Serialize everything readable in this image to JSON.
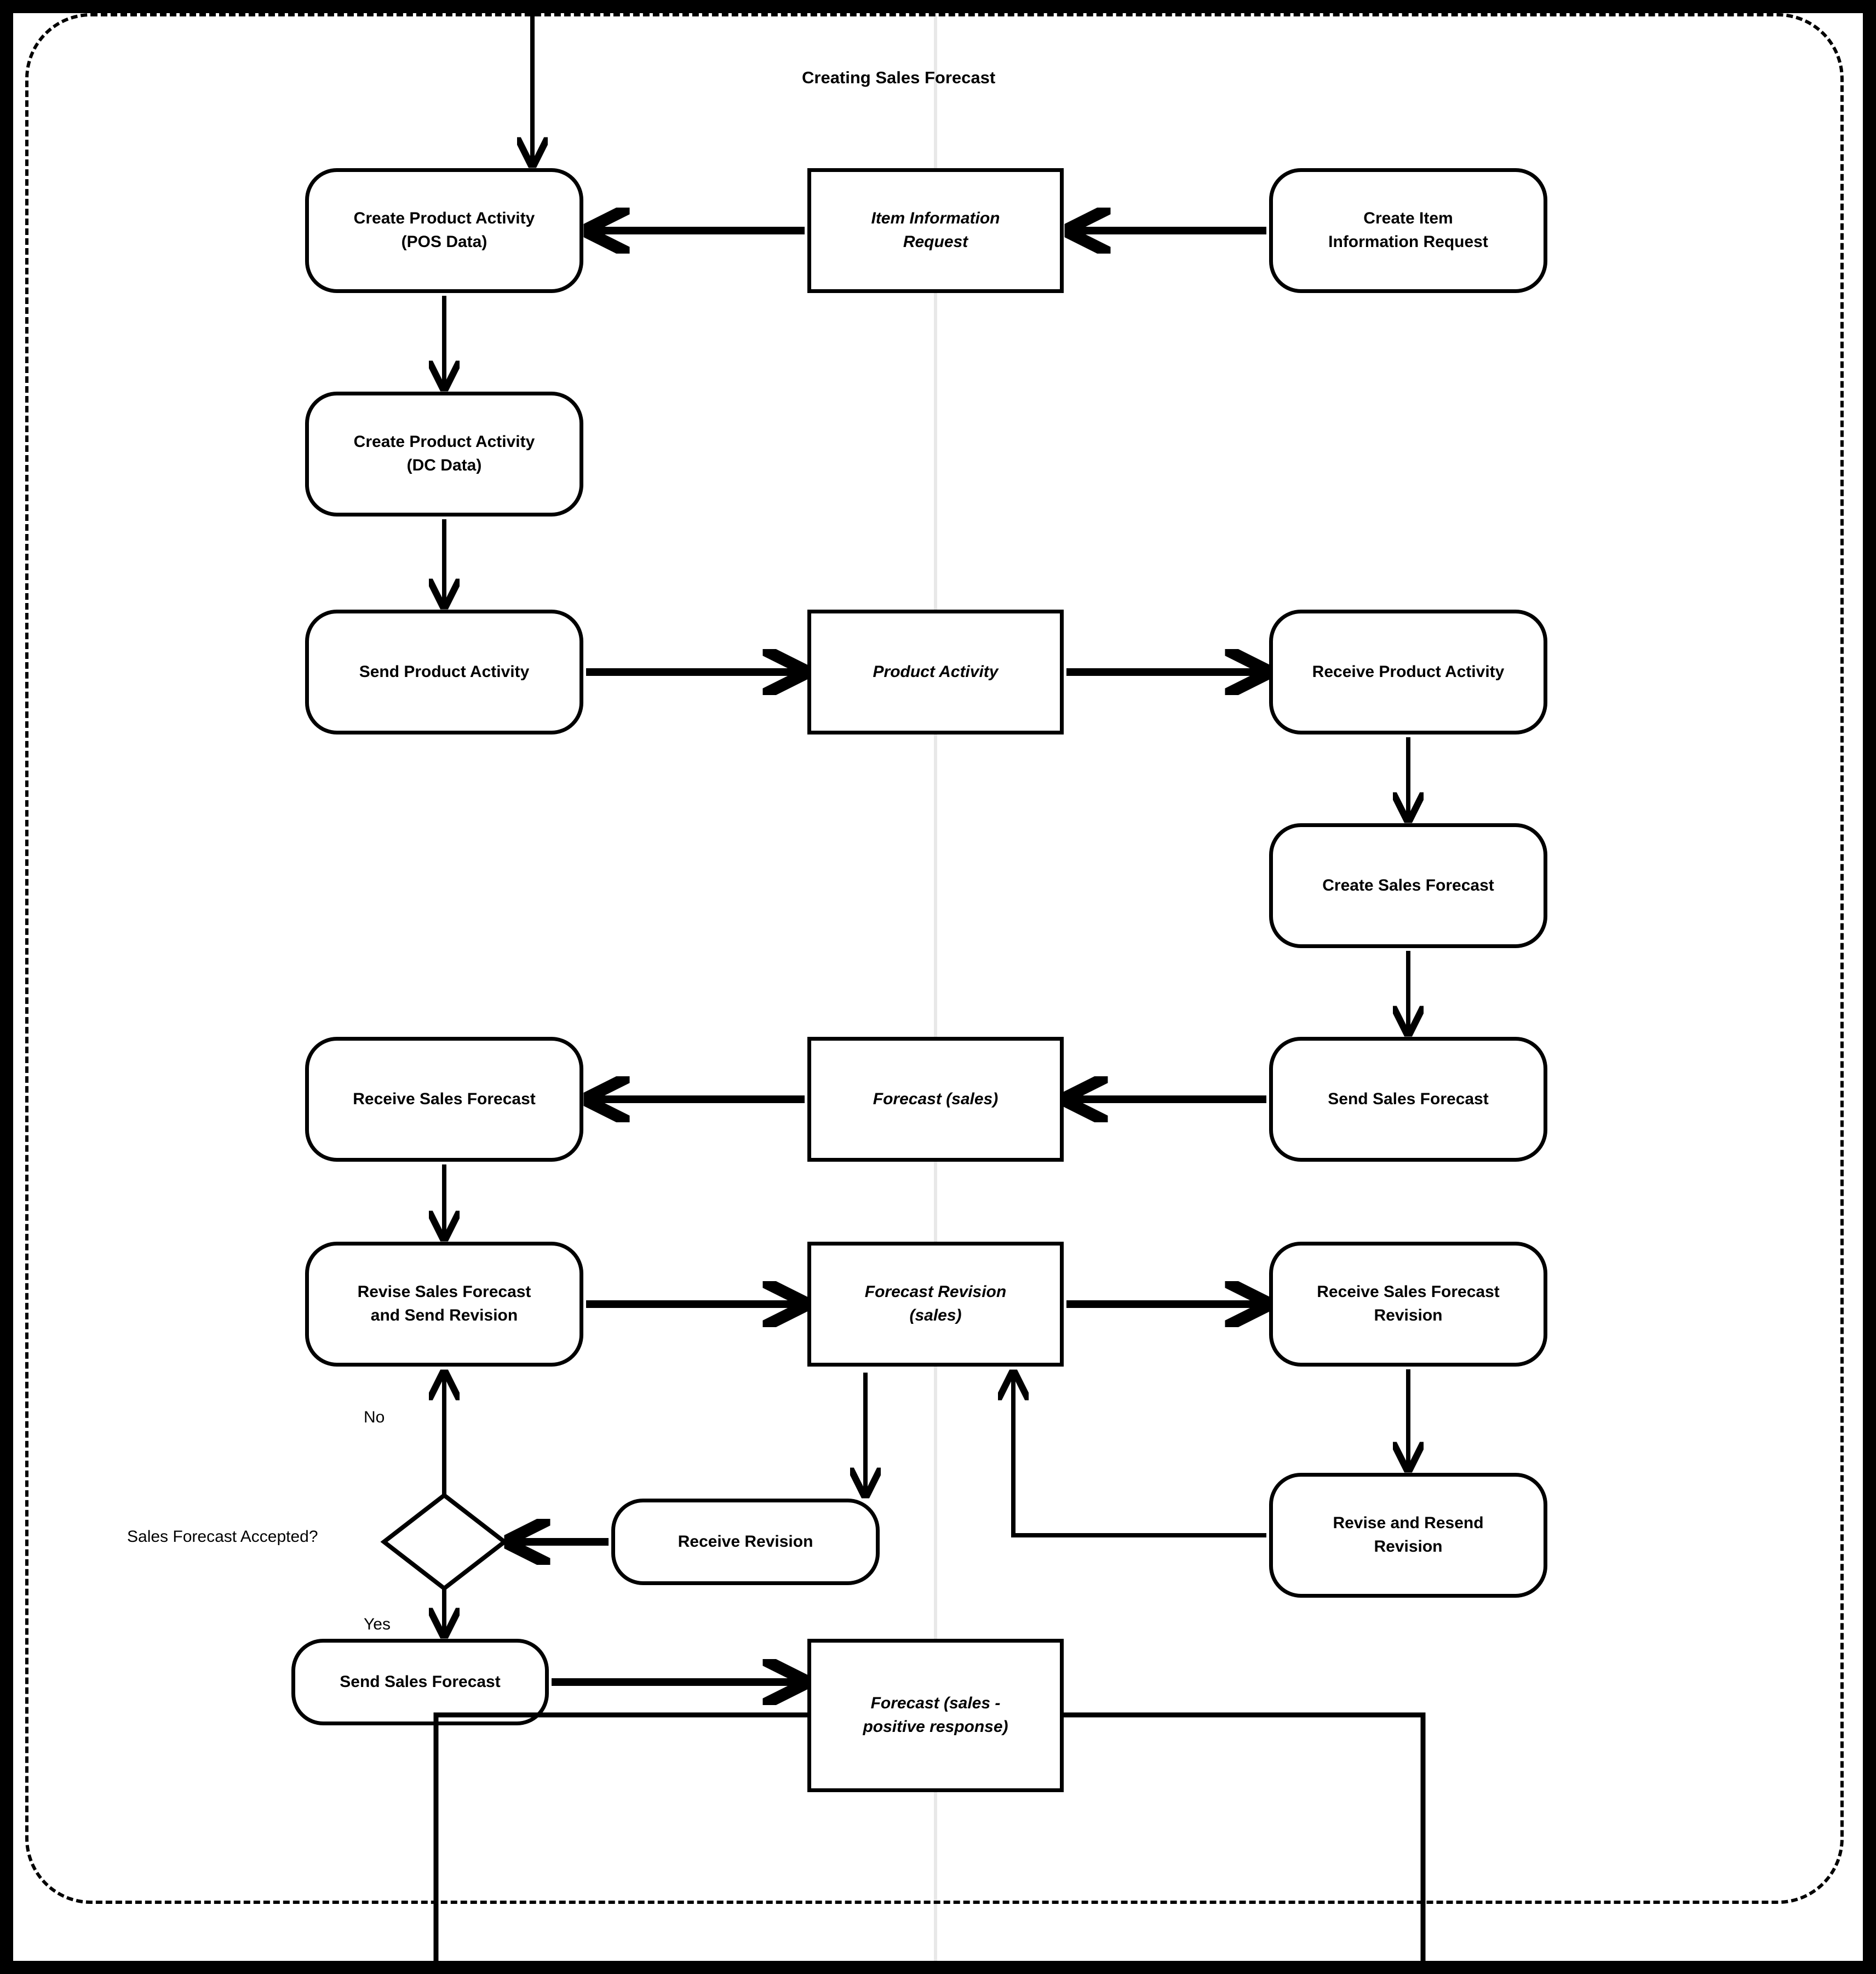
{
  "diagram": {
    "title": "Creating Sales Forecast",
    "type": "bpmn-collaboration-flowchart",
    "pool_label": "Creating Sales Forecast",
    "stroke_color": "#000000",
    "fill_color": "#ffffff",
    "frame_color": "#000000"
  },
  "nodes": {
    "create_product_activity_pos": "Create Product Activity\n(POS Data)",
    "create_product_activity_pos_line1": "Create Product Activity",
    "create_product_activity_pos_line2": "(POS Data)",
    "item_information_request_line1": "Item Information",
    "item_information_request_line2": "Request",
    "create_item_information_request_line1": "Create Item",
    "create_item_information_request_line2": "Information Request",
    "create_product_activity_dc_line1": "Create Product Activity",
    "create_product_activity_dc_line2": "(DC Data)",
    "send_product_activity": "Send Product Activity",
    "product_activity": "Product Activity",
    "receive_product_activity": "Receive Product Activity",
    "create_sales_forecast": "Create Sales Forecast",
    "receive_sales_forecast": "Receive Sales Forecast",
    "forecast_sales": "Forecast (sales)",
    "send_sales_forecast_right": "Send Sales Forecast",
    "revise_sales_forecast_line1": "Revise Sales Forecast",
    "revise_sales_forecast_line2": "and Send Revision",
    "forecast_revision_line1": "Forecast Revision",
    "forecast_revision_line2": "(sales)",
    "receive_sales_forecast_revision_line1": "Receive Sales Forecast",
    "receive_sales_forecast_revision_line2": "Revision",
    "receive_revision": "Receive Revision",
    "revise_and_resend_revision_line1": "Revise and Resend",
    "revise_and_resend_revision_line2": "Revision",
    "send_sales_forecast_bottom": "Send Sales Forecast",
    "forecast_positive_line1": "Forecast (sales -",
    "forecast_positive_line2": "positive response)"
  },
  "decision": {
    "question_label": "Sales Forecast Accepted?"
  },
  "edge_labels": {
    "no": "No",
    "yes": "Yes"
  }
}
